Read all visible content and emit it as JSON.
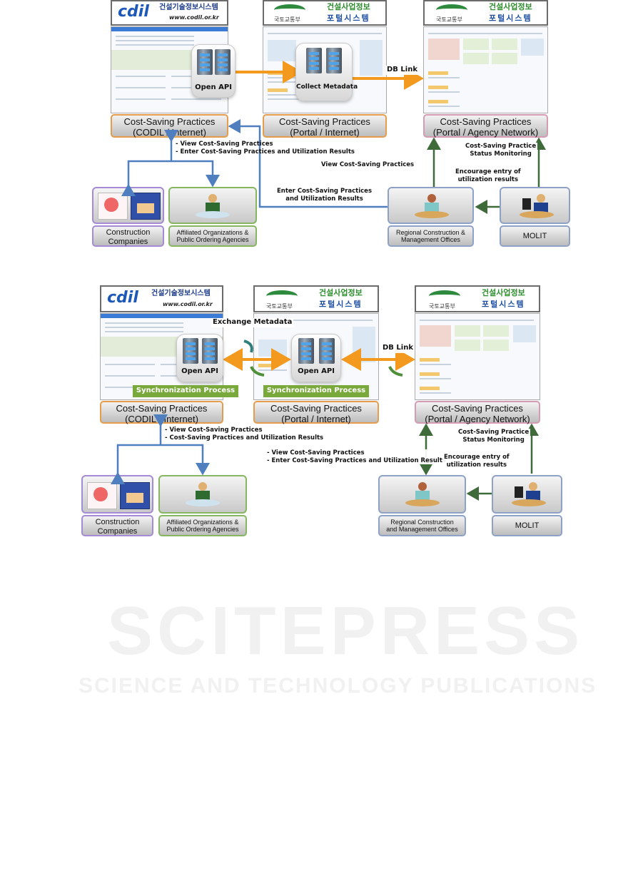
{
  "watermark": {
    "line1": "SCITEPRESS",
    "line2": "SCIENCE AND TECHNOLOGY PUBLICATIONS"
  },
  "colors": {
    "orange_arrow": "#f39a1e",
    "blue_link": "#4f7fbf",
    "green_link": "#3f6b3a",
    "sync_green": "#79a93a"
  },
  "diagram1": {
    "systems": [
      {
        "logo_main": "cdil",
        "logo_sub_ko": "건설기술정보시스템",
        "logo_url": "www.codil.or.kr",
        "label_line1": "Cost-Saving Practices",
        "label_line2": "(CODIL / Internet)",
        "server_caption": "Open API"
      },
      {
        "logo_org": "국토교통부",
        "logo_line1_ko": "건설사업정보",
        "logo_line2_ko": "포털시스템",
        "label_line1": "Cost-Saving Practices",
        "label_line2": "(Portal / Internet)",
        "server_caption": "Collect Metadata"
      },
      {
        "logo_org": "국토교통부",
        "logo_line1_ko": "건설사업정보",
        "logo_line2_ko": "포털시스템",
        "label_line1": "Cost-Saving Practices",
        "label_line2": "(Portal / Agency Network)"
      }
    ],
    "db_link": "DB Link",
    "notes": {
      "codil_actions_1": "- View Cost-Saving Practices",
      "codil_actions_2": "- Enter Cost-Saving Practices and Utilization Results",
      "view_practices": "View Cost-Saving Practices",
      "enter_results_1": "Enter Cost-Saving Practices",
      "enter_results_2": "and Utilization Results",
      "monitoring_1": "Cost-Saving Practice",
      "monitoring_2": "Status Monitoring",
      "encourage_1": "Encourage entry of",
      "encourage_2": "utilization results"
    },
    "actors": [
      {
        "label_line1": "Construction",
        "label_line2": "Companies"
      },
      {
        "label_line1": "Affiliated Organizations &",
        "label_line2": "Public Ordering Agencies"
      },
      {
        "label_line1": "Regional Construction &",
        "label_line2": "Management Offices"
      },
      {
        "label_line1": "MOLIT",
        "label_line2": ""
      }
    ]
  },
  "diagram2": {
    "systems": [
      {
        "logo_main": "cdil",
        "logo_sub_ko": "건설기술정보시스템",
        "logo_url": "www.codil.or.kr",
        "label_line1": "Cost-Saving Practices",
        "label_line2": "(CODIL / Internet)",
        "server_caption": "Open API",
        "sync": "Synchronization Process"
      },
      {
        "logo_org": "국토교통부",
        "logo_line1_ko": "건설사업정보",
        "logo_line2_ko": "포털시스템",
        "label_line1": "Cost-Saving Practices",
        "label_line2": "(Portal / Internet)",
        "server_caption": "Open API",
        "sync": "Synchronization Process"
      },
      {
        "logo_org": "국토교통부",
        "logo_line1_ko": "건설사업정보",
        "logo_line2_ko": "포털시스템",
        "label_line1": "Cost-Saving Practices",
        "label_line2": "(Portal / Agency Network)"
      }
    ],
    "exchange_metadata": "Exchange Metadata",
    "db_link": "DB Link",
    "notes": {
      "codil_actions_1": "- View Cost-Saving Practices",
      "codil_actions_2": "- Cost-Saving Practices and Utilization Results",
      "agency_actions_1": "- View Cost-Saving Practices",
      "agency_actions_2": "- Enter Cost-Saving Practices and Utilization Results",
      "monitoring_1": "Cost-Saving Practice",
      "monitoring_2": "Status Monitoring",
      "encourage_1": "Encourage entry of",
      "encourage_2": "utilization results"
    },
    "actors": [
      {
        "label_line1": "Construction",
        "label_line2": "Companies"
      },
      {
        "label_line1": "Affiliated Organizations &",
        "label_line2": "Public Ordering Agencies"
      },
      {
        "label_line1": "Regional Construction",
        "label_line2": "and Management Offices"
      },
      {
        "label_line1": "MOLIT",
        "label_line2": ""
      }
    ]
  }
}
